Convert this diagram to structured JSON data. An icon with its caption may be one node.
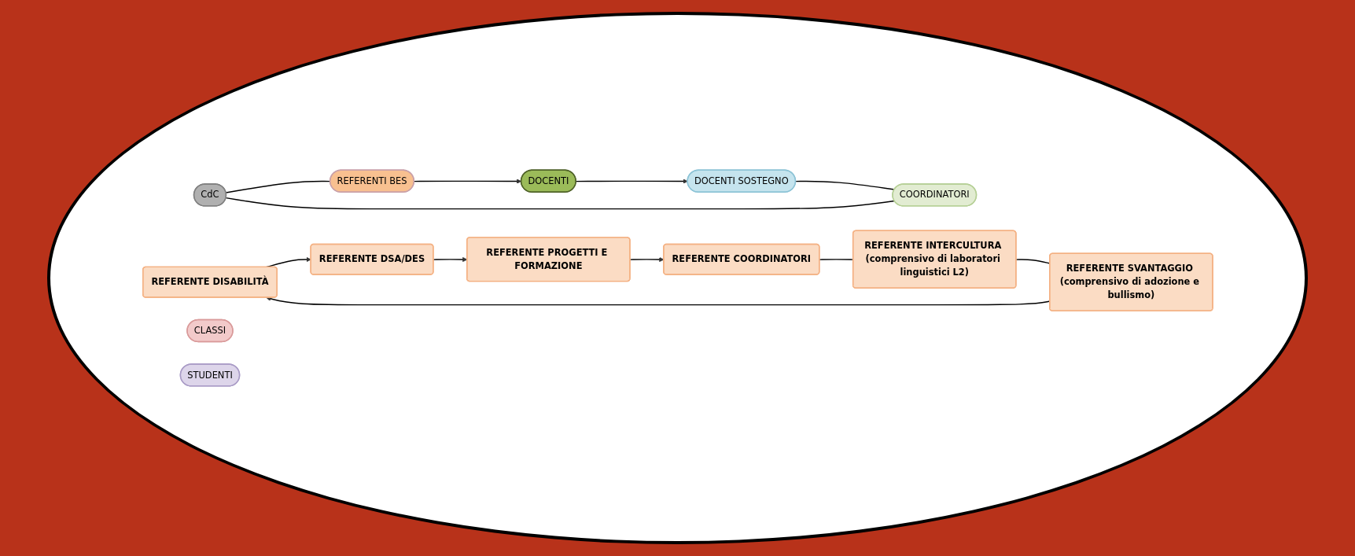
{
  "diagram": {
    "nodes": [
      {
        "text": [
          "REFERENTE DISABILITÀ"
        ]
      },
      {
        "text": [
          "REFERENTE DSA/DES"
        ]
      },
      {
        "text": [
          "CdC"
        ]
      },
      {
        "text": [
          "REFERENTI BES"
        ]
      },
      {
        "text": [
          "COORDINATORI"
        ]
      },
      {
        "text": [
          "REFERENTE PROGETTI E FORMAZIONE"
        ]
      },
      {
        "text": [
          "CLASSI"
        ]
      },
      {
        "text": [
          "STUDENTI"
        ]
      },
      {
        "text": [
          "REFERENTE SVANTAGGIO (comprensivo di adozione e bullismo)"
        ]
      },
      {
        "text": [
          "DOCENTI"
        ]
      },
      {
        "text": [
          "DOCENTI SOSTEGNO"
        ]
      },
      {
        "text": [
          "REFERENTE COORDINATORI"
        ]
      },
      {
        "text": [
          "REFERENTE INTERCULTURA (comprensivo di laboratori linguistici L2)"
        ]
      }
    ],
    "edges": [
      {
        "from": 0,
        "to": 1,
        "arrow": "to"
      },
      {
        "from": 1,
        "to": 5,
        "arrow": "to"
      },
      {
        "from": 5,
        "to": 11,
        "arrow": "to"
      },
      {
        "from": 11,
        "to": 12,
        "arrow": "none"
      },
      {
        "from": 12,
        "to": 8,
        "arrow": "none"
      },
      {
        "from": 8,
        "to": 0,
        "arrow": "to"
      },
      {
        "from": 2,
        "to": 3,
        "arrow": "none"
      },
      {
        "from": 3,
        "to": 9,
        "arrow": "to"
      },
      {
        "from": 9,
        "to": 10,
        "arrow": "to"
      },
      {
        "from": 10,
        "to": 4,
        "arrow": "none"
      },
      {
        "from": 4,
        "to": 2,
        "arrow": "none"
      }
    ]
  }
}
